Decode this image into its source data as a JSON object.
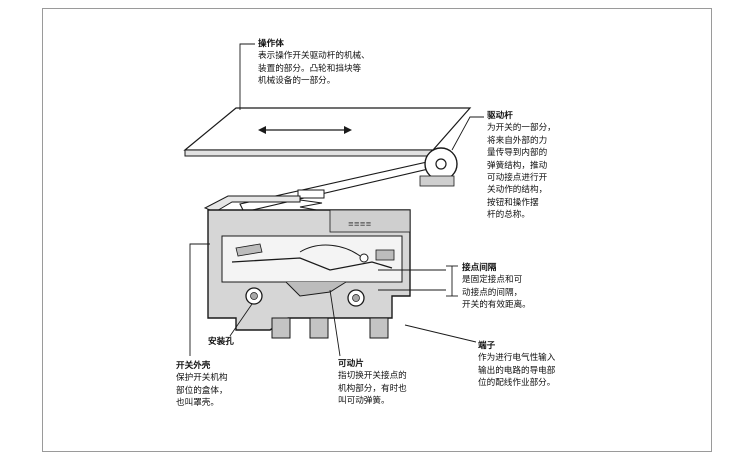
{
  "labels": {
    "operator": {
      "title": "操作体",
      "lines": [
        "表示操作开关驱动杆的机械、",
        "装置的部分。凸轮和挡块等",
        "机械设备的一部分。"
      ]
    },
    "actuator": {
      "title": "驱动杆",
      "lines": [
        "为开关的一部分，",
        "将来自外部的力",
        "量传导到内部的",
        "弹簧结构，推动",
        "可动接点进行开",
        "关动作的结构，",
        "按钮和操作摆",
        "杆的总称。"
      ]
    },
    "contact_gap": {
      "title": "接点间隔",
      "lines": [
        "是固定接点和可",
        "动接点的间隔，",
        "开关的有效距离。"
      ]
    },
    "mounting_hole": {
      "title": "安装孔"
    },
    "housing": {
      "title": "开关外壳",
      "lines": [
        "保护开关机构",
        "部位的盒体，",
        "也叫罩壳。"
      ]
    },
    "movable_spring": {
      "title": "可动片",
      "lines": [
        "指切换开关接点的",
        "机构部分，有时也",
        "叫可动弹簧。"
      ]
    },
    "terminal": {
      "title": "端子",
      "lines": [
        "作为进行电气性输入",
        "输出的电路的导电部",
        "位的配线作业部分。"
      ]
    }
  },
  "colors": {
    "line": "#1a1a1a",
    "body_shade": "#d6d6d6",
    "body_dark": "#a8a8a8",
    "frame": "#9a9a9a"
  }
}
